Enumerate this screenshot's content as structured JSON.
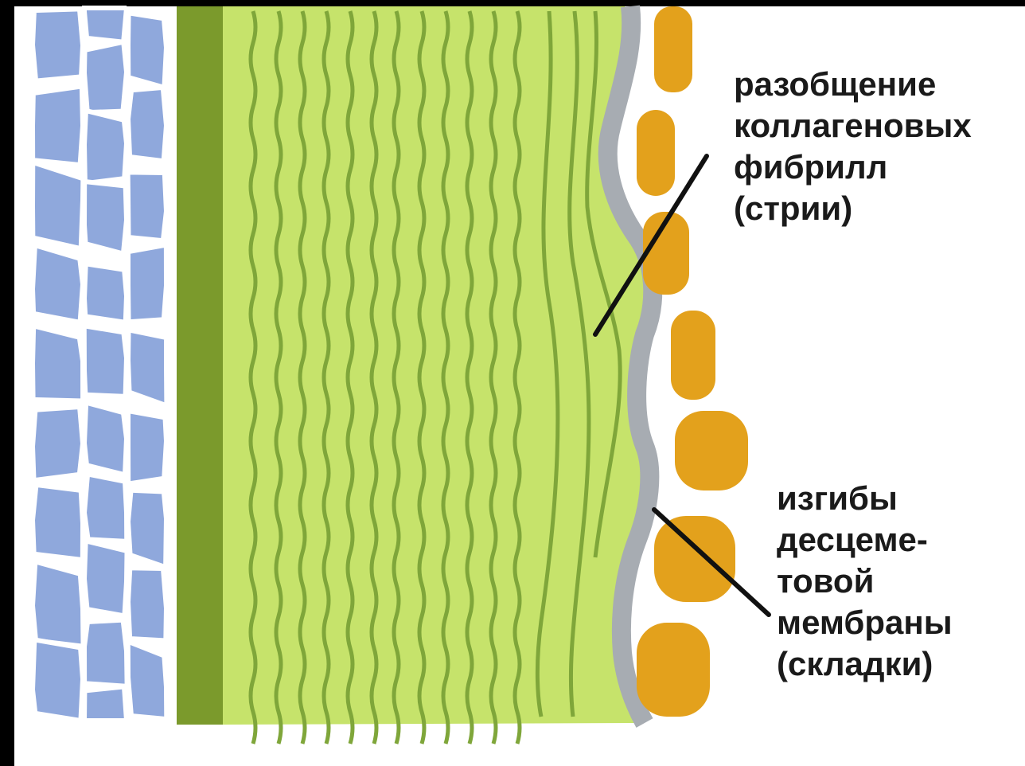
{
  "labels": {
    "collagen_separation": {
      "lines": [
        "разобщение",
        "коллагеновых",
        "фибрилл",
        "(стрии)"
      ]
    },
    "descemet_folds": {
      "lines": [
        "изгибы",
        "десцеме-",
        "товой",
        "мембраны",
        "(складки)"
      ]
    }
  },
  "colors": {
    "background": "#ffffff",
    "frame": "#000000",
    "epithelium_cells": "#8fa8dc",
    "bowman_layer": "#7b9a2c",
    "stroma": "#c6e36b",
    "stroma_striae": "#7fa63a",
    "descemet_membrane": "#a7acb2",
    "endothelium_cells": "#e3a11c",
    "pointer": "#111111"
  }
}
